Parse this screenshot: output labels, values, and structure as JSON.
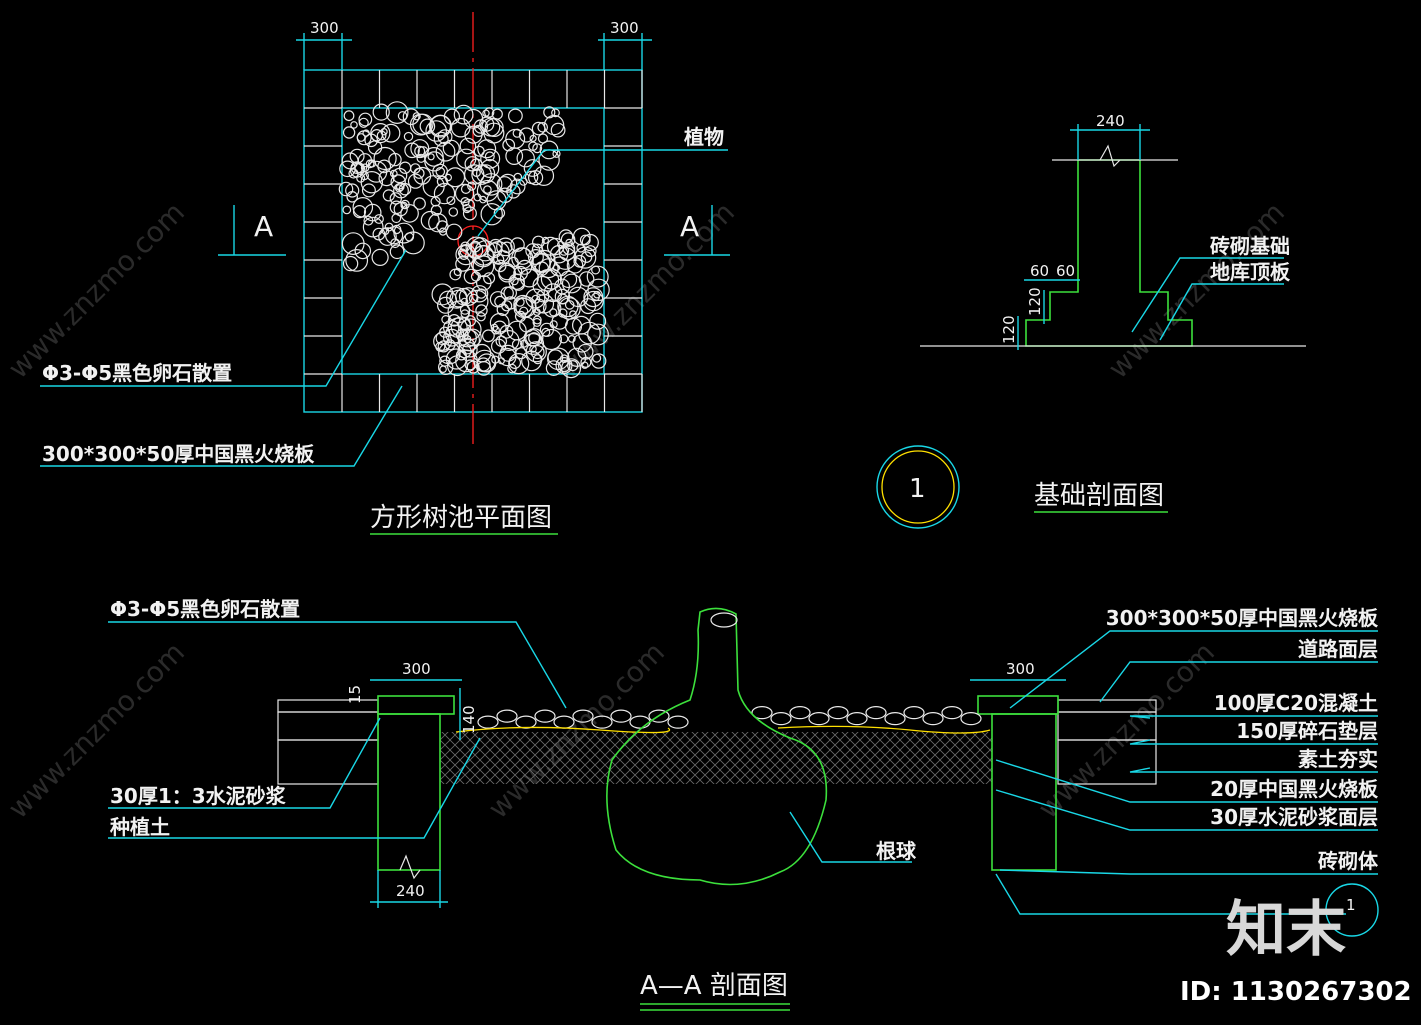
{
  "plan": {
    "title": "方形树池平面图",
    "dim_left": "300",
    "dim_right": "300",
    "section_mark_left": "A",
    "section_mark_right": "A",
    "label_plant": "植物",
    "label_pebbles": "Φ3-Φ5黑色卵石散置",
    "label_slab": "300*300*50厚中国黑火烧板"
  },
  "foundation": {
    "title": "基础剖面图",
    "dim_top": "240",
    "dim_60a": "60",
    "dim_60b": "60",
    "dim_120a": "120",
    "dim_120b": "120",
    "label_brick_base": "砖砌基础",
    "label_garage_roof": "地库顶板"
  },
  "detail_marker": "1",
  "section": {
    "title": "A—A 剖面图",
    "label_pebbles": "Φ3-Φ5黑色卵石散置",
    "dim_left_300": "300",
    "dim_right_300": "300",
    "dim_15": "15",
    "dim_140": "140",
    "dim_240": "240",
    "label_mortar": "30厚1：3水泥砂浆",
    "label_soil": "种植土",
    "label_rootball": "根球",
    "right_labels": [
      "300*300*50厚中国黑火烧板",
      "道路面层",
      "100厚C20混凝土",
      "150厚碎石垫层",
      "素土夯实",
      "20厚中国黑火烧板",
      "30厚水泥砂浆面层",
      "砖砌体"
    ],
    "callout_ref": "1"
  },
  "watermark": {
    "logo": "知末",
    "id": "ID: 1130267302",
    "site": "www.znzmo.com"
  }
}
